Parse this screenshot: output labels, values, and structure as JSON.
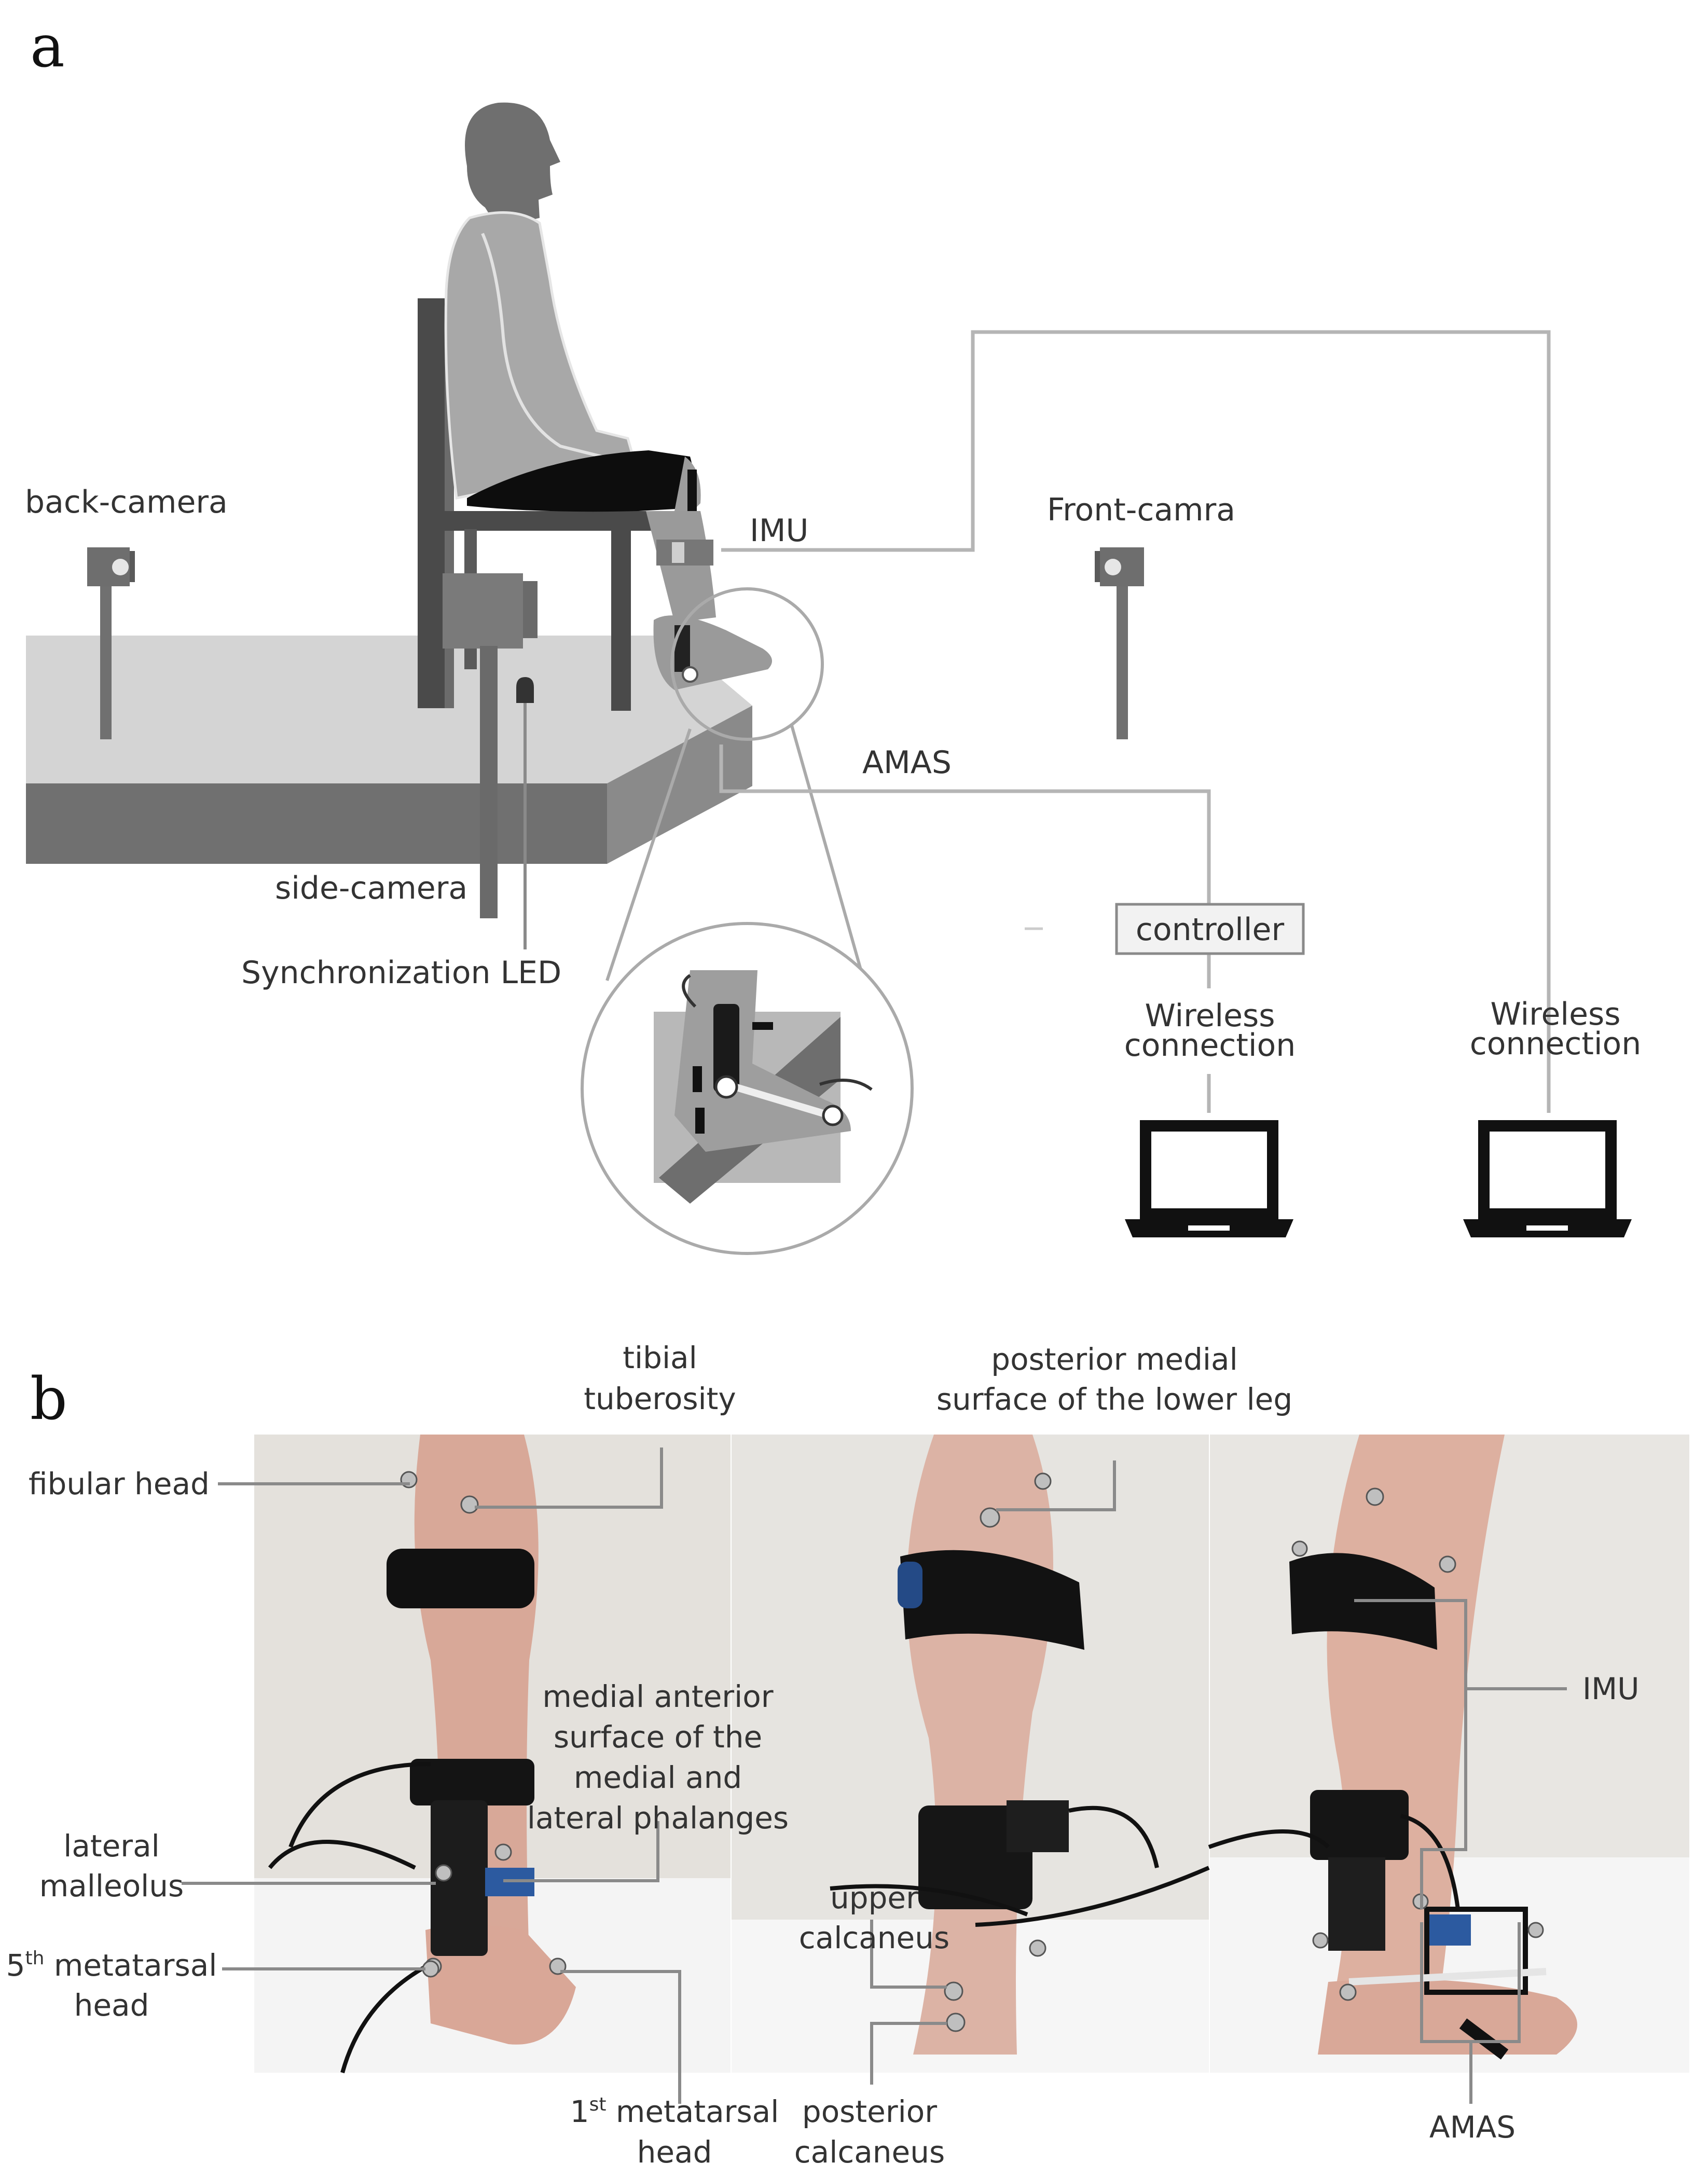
{
  "panel_a": {
    "letter": "a",
    "labels": {
      "back_camera": "back-camera",
      "front_camera": "Front-camra",
      "imu": "IMU",
      "amas": "AMAS",
      "side_camera": "side-camera",
      "sync_led": "Synchronization LED",
      "controller": "controller",
      "wireless_1_line1": "Wireless",
      "wireless_1_line2": "connection",
      "wireless_2_line1": "Wireless",
      "wireless_2_line2": "connection"
    }
  },
  "panel_b": {
    "letter": "b",
    "labels": {
      "tibial_l1": "tibial",
      "tibial_l2": "tuberosity",
      "posterior_medial_l1": "posterior medial",
      "posterior_medial_l2": "surface of the lower leg",
      "fibular_head": "fibular head",
      "medial_anterior_l1": "medial anterior",
      "medial_anterior_l2": "surface of the",
      "medial_anterior_l3": "medial and",
      "medial_anterior_l4": "lateral phalanges",
      "lateral_malleolus_l1": "lateral",
      "lateral_malleolus_l2": "malleolus",
      "fifth_meta_num": "5",
      "fifth_meta_sup": "th",
      "fifth_meta_l1_rest": " metatarsal",
      "fifth_meta_l2": "head",
      "first_meta_num": "1",
      "first_meta_sup": "st",
      "first_meta_l1_rest": " metatarsal",
      "first_meta_l2": "head",
      "upper_calcaneus_l1": "upper",
      "upper_calcaneus_l2": "calcaneus",
      "posterior_calcaneus_l1": "posterior",
      "posterior_calcaneus_l2": "calcaneus",
      "imu": "IMU",
      "amas": "AMAS"
    }
  }
}
